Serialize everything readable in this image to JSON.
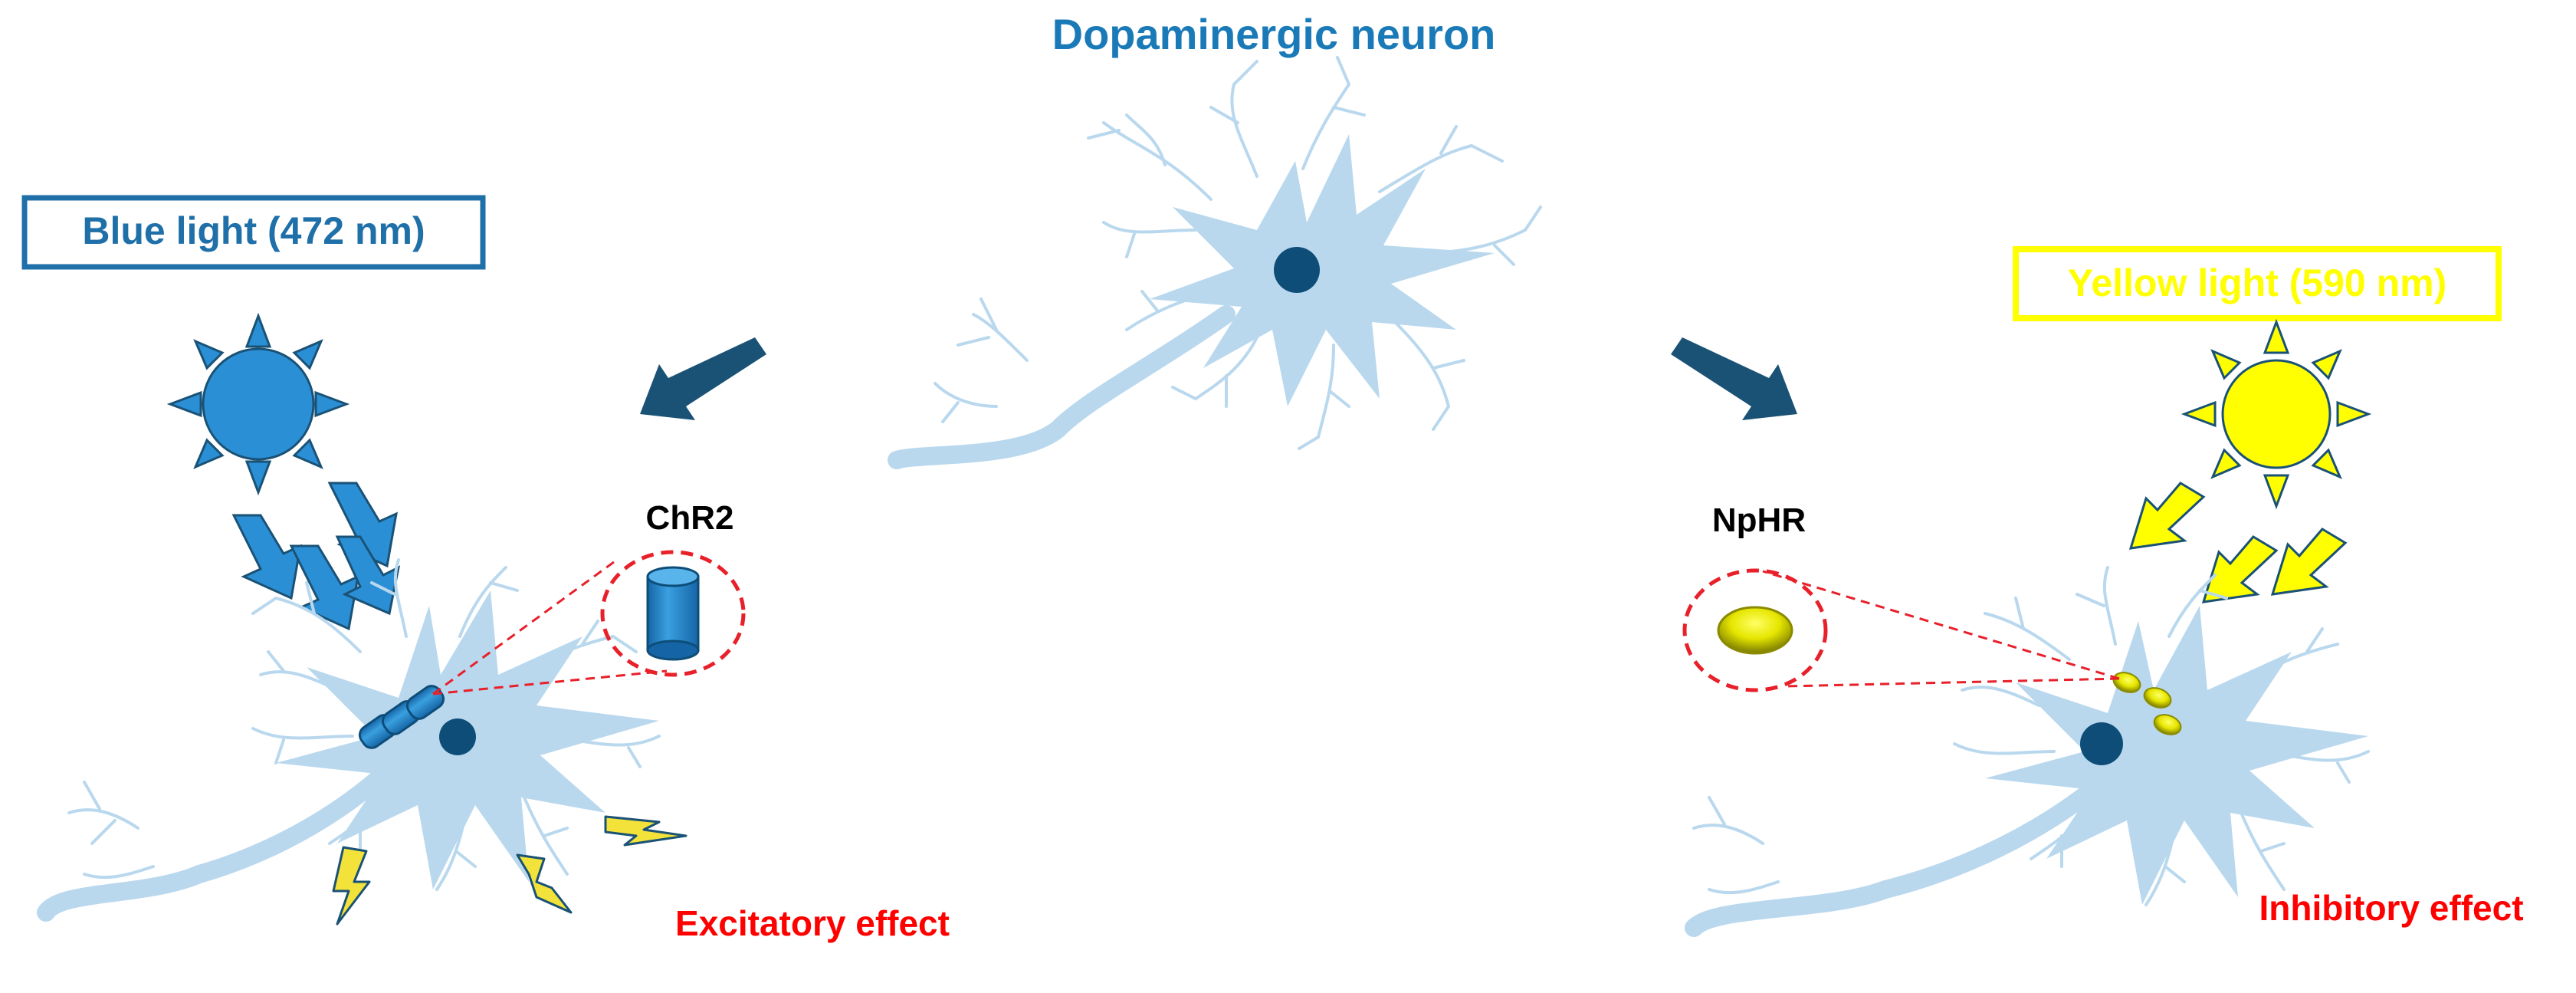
{
  "title": "Dopaminergic neuron",
  "left_panel": {
    "light_label": "Blue light (472 nm)",
    "opsin_label": "ChR2",
    "effect_label": "Excitatory effect"
  },
  "right_panel": {
    "light_label": "Yellow light (590 nm)",
    "opsin_label": "NpHR",
    "effect_label": "Inhibitory effect"
  },
  "colors": {
    "title": "#1a7ab8",
    "blue_light": "#1f6fa8",
    "yellow_light": "#ffff00",
    "neuron": "#b9d8ee",
    "nucleus": "#0e4d78",
    "arrow": "#1a5276",
    "effect_text": "#ff0000",
    "dashed_circle": "#e8202a"
  }
}
